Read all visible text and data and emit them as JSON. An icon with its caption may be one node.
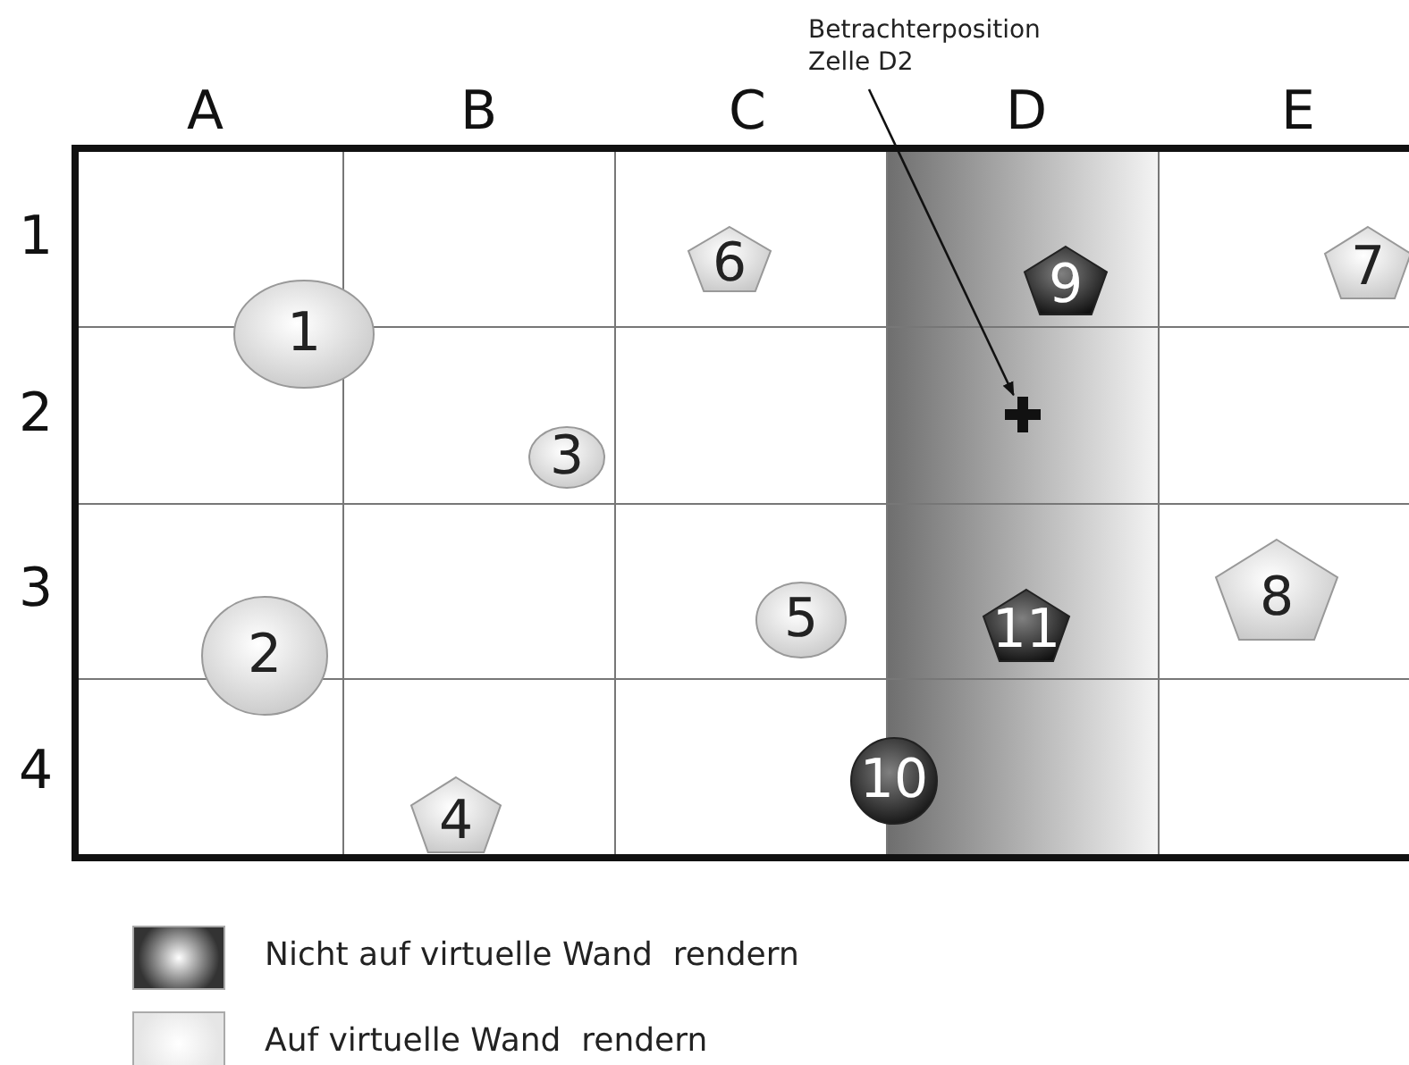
{
  "diagram": {
    "nodes": [
      {
        "text": [
          "Betrachterposition Zelle D2"
        ]
      },
      {
        "text": [
          "6"
        ]
      },
      {
        "text": [
          "9"
        ]
      },
      {
        "text": [
          "7"
        ]
      },
      {
        "text": [
          "1"
        ]
      },
      {
        "text": [],
        "shape": "cross"
      },
      {
        "text": [
          "3"
        ]
      },
      {
        "text": [
          "8"
        ]
      },
      {
        "text": [
          "5"
        ]
      },
      {
        "text": [
          "11"
        ]
      },
      {
        "text": [
          "2"
        ]
      },
      {
        "text": [
          "10"
        ]
      },
      {
        "text": [
          "4"
        ]
      }
    ],
    "edges": [
      {
        "from": 0,
        "to": 5,
        "arrow": "to"
      }
    ],
    "labels": [
      "A",
      "B",
      "C",
      "D",
      "E",
      "1",
      "2",
      "3",
      "4"
    ],
    "legend": [
      {
        "text": "Nicht auf virtuelle Wand  rendern",
        "color": "#333333"
      },
      {
        "text": "Auf virtuelle Wand  rendern",
        "color": "#e6e6e6"
      }
    ]
  }
}
